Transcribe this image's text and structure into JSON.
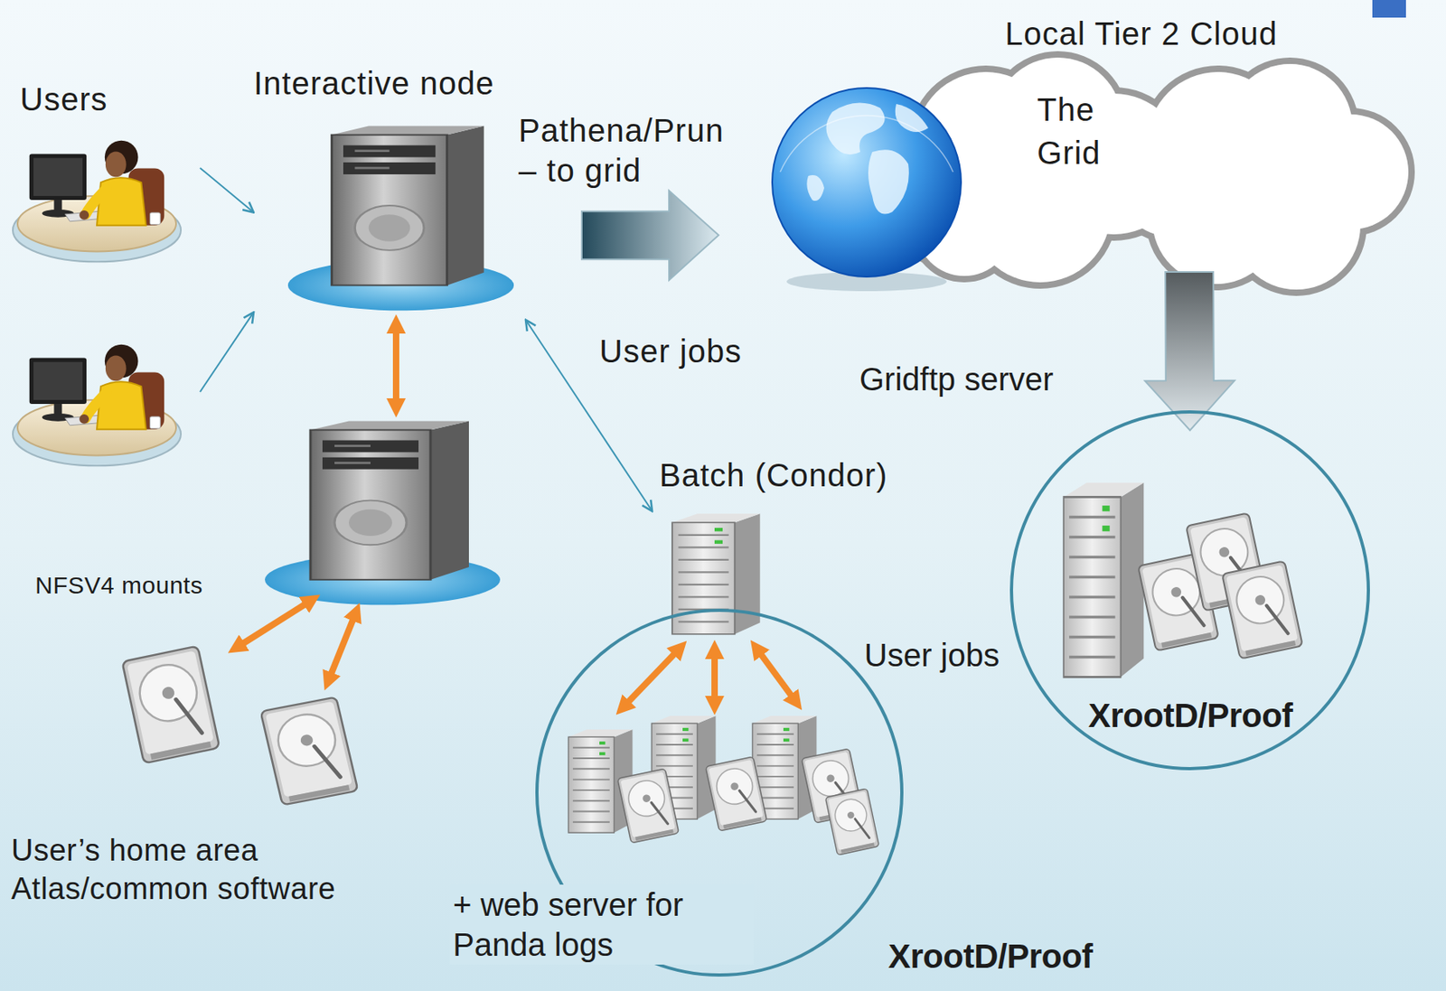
{
  "diagram": {
    "nodes": [
      {
        "text": [
          "Users"
        ]
      },
      {
        "text": [
          "Interactive node"
        ]
      },
      {
        "text": [
          "Local Tier 2 Cloud",
          "The Grid"
        ]
      },
      {
        "text": [
          "Batch (Condor)"
        ]
      },
      {
        "text": [
          "+ web server for Panda logs",
          "XrootD/Proof"
        ]
      },
      {
        "text": [
          "XrootD/Proof"
        ]
      },
      {
        "text": [
          "User’s home area Atlas/common software"
        ]
      }
    ],
    "edges": [
      {
        "from": 0,
        "to": 1,
        "arrow": "to"
      },
      {
        "from": 0,
        "to": 1,
        "arrow": "to"
      },
      {
        "from": 1,
        "to": 2,
        "label": "Pathena/Prun – to grid",
        "arrow": "to"
      },
      {
        "from": 2,
        "to": 5,
        "label": "Gridftp server",
        "arrow": "to"
      },
      {
        "from": 1,
        "to": 3,
        "label": "User jobs",
        "arrow": "both"
      }
    ],
    "labels": [
      "User jobs",
      "NFSV4 mounts"
    ]
  }
}
